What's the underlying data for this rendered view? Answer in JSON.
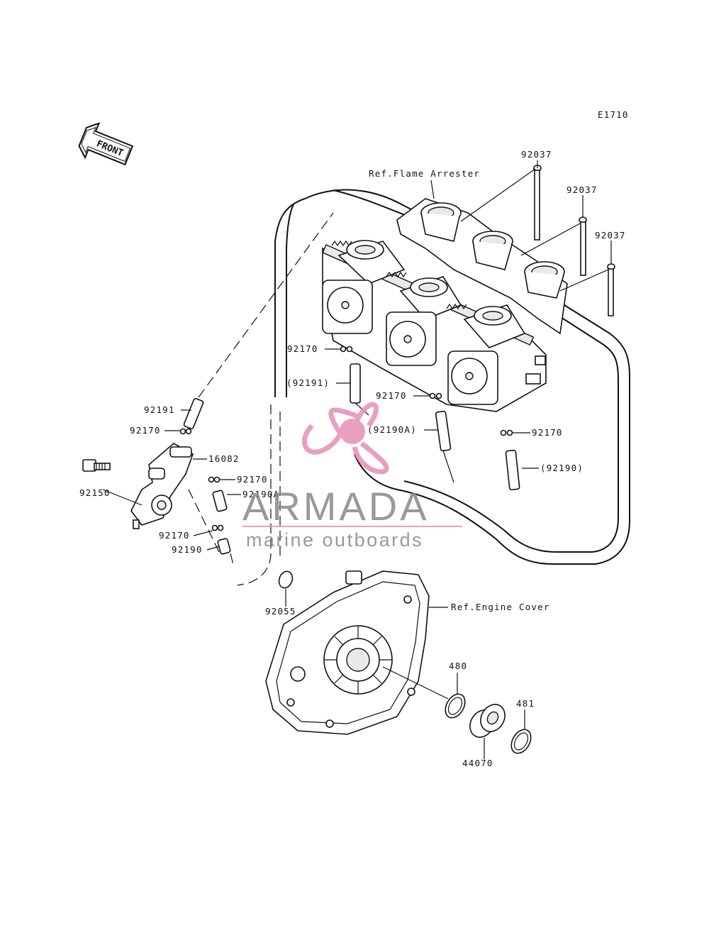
{
  "diagram_code": "E1710",
  "front_arrow": {
    "text": "FRONT",
    "icon": "front-direction-arrow-icon"
  },
  "references": {
    "flame_arrester": "Ref.Flame Arrester",
    "engine_cover": "Ref.Engine Cover"
  },
  "part_labels": {
    "p92037_a": "92037",
    "p92037_b": "92037",
    "p92037_c": "92037",
    "p92170_a": "92170",
    "p92191_a": "(92191)",
    "p92170_b": "92170",
    "p92190a_a": "(92190A)",
    "p92170_c": "92170",
    "p92190_a": "(92190)",
    "p92191_b": "92191",
    "p92170_d": "92170",
    "p16082": "16082",
    "p92150": "92150",
    "p92170_e": "92170",
    "p92190a_b": "92190A",
    "p92170_f": "92170",
    "p92190_b": "92190",
    "p92055": "92055",
    "p480": "480",
    "p481": "481",
    "p44070": "44070"
  },
  "watermark": {
    "brand": "ARMADA",
    "tagline": "marine outboards",
    "logo_icon": "propeller-logo-icon",
    "color_logo": "#e48fb7",
    "color_text": "#888888"
  }
}
